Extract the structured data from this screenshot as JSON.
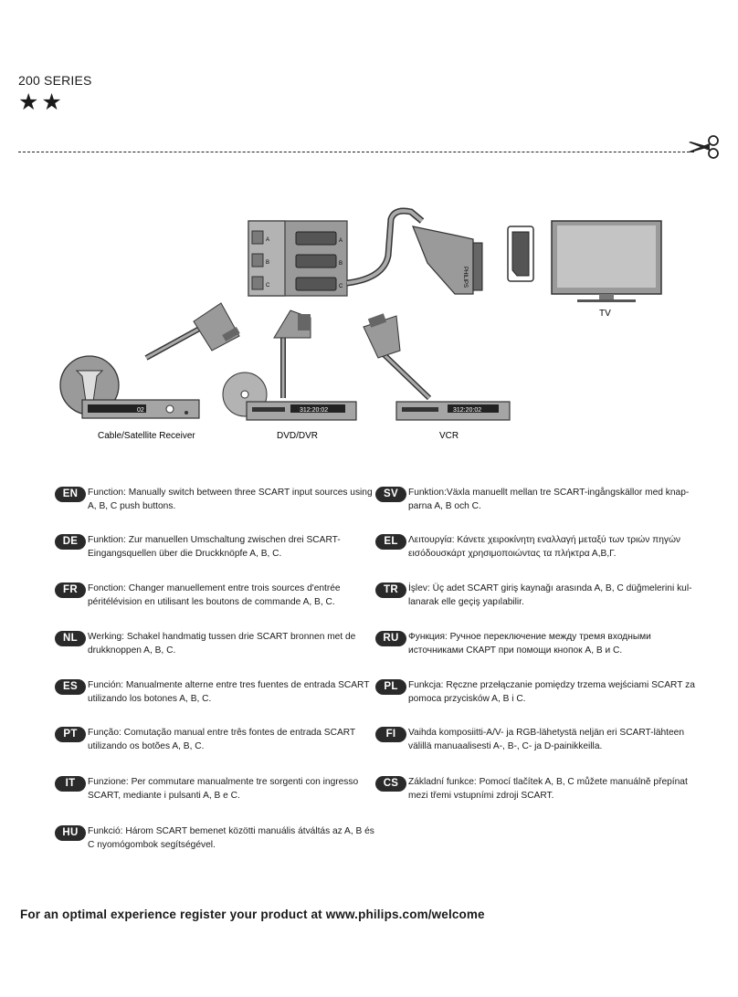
{
  "header": {
    "series": "200 SERIES",
    "stars": "★★"
  },
  "diagram": {
    "port_labels": [
      "A",
      "B",
      "C"
    ],
    "brand": "PHILIPS",
    "display_receiver": "02",
    "display_dvd": "312:20:02",
    "display_vcr": "312:20:02",
    "tv_label": "TV",
    "device_labels": [
      "Cable/Satellite Receiver",
      "DVD/DVR",
      "VCR"
    ]
  },
  "languages": [
    {
      "code": "EN",
      "text": "Function: Manually switch between three SCART input sources using A, B, C push buttons."
    },
    {
      "code": "DE",
      "text": "Funktion: Zur manuellen Umschaltung zwischen drei SCART-Eingangsquellen über die Druckknöpfe A, B, C."
    },
    {
      "code": "FR",
      "text": "Fonction: Changer manuellement entre trois sources d'entrée péritélévision en utilisant les boutons de commande A, B, C."
    },
    {
      "code": "NL",
      "text": "Werking:  Schakel handmatig tussen drie SCART bronnen met de drukknoppen A, B, C."
    },
    {
      "code": "ES",
      "text": "Función:  Manualmente alterne entre tres fuentes de entrada SCART utilizando los botones A, B, C."
    },
    {
      "code": "PT",
      "text": "Função: Comutação manual entre três fontes de entrada SCART utilizando os botões A, B, C."
    },
    {
      "code": "IT",
      "text": "Funzione: Per commutare manualmente tre sorgenti con ingresso SCART, mediante i pulsanti A, B e C."
    },
    {
      "code": "HU",
      "text": "Funkció: Három SCART bemenet közötti manuális átváltás az A, B és C nyomógombok segítségével."
    },
    {
      "code": "SV",
      "text": "Funktion:Växla manuellt mellan tre SCART-ingångskällor med knap-parna A, B och C."
    },
    {
      "code": "EL",
      "text": "Λειτουργία: Κάνετε χειροκίνητη εναλλαγή μεταξύ των τριών πηγών εισόδουσκάρτ χρησιμοποιώντας τα πλήκτρα Α,Β,Γ."
    },
    {
      "code": "TR",
      "text": "İşlev: Üç adet SCART giriş kaynağı arasında A, B, C düğmelerini kul-lanarak elle geçiş yapılabilir."
    },
    {
      "code": "RU",
      "text": "Функция: Ручное переключение между тремя входными источниками СКАРТ при помощи кнопок A, B и C."
    },
    {
      "code": "PL",
      "text": "Funkcja: Ręczne przełączanie pomiędzy trzema wejściami SCART za pomoca przycisków A, B i C."
    },
    {
      "code": "FI",
      "text": "Vaihda komposiitti-A/V- ja RGB-lähetystä neljän eri SCART-lähteen välillä manuaalisesti A-, B-, C- ja D-painikkeilla."
    },
    {
      "code": "CS",
      "text": "Základní funkce: Pomocí tlačítek A, B, C můžete manuálně přepínat mezi třemi vstupními zdroji SCART."
    }
  ],
  "footer": {
    "text": "For an optimal experience register your product at www.philips.com/welcome"
  }
}
